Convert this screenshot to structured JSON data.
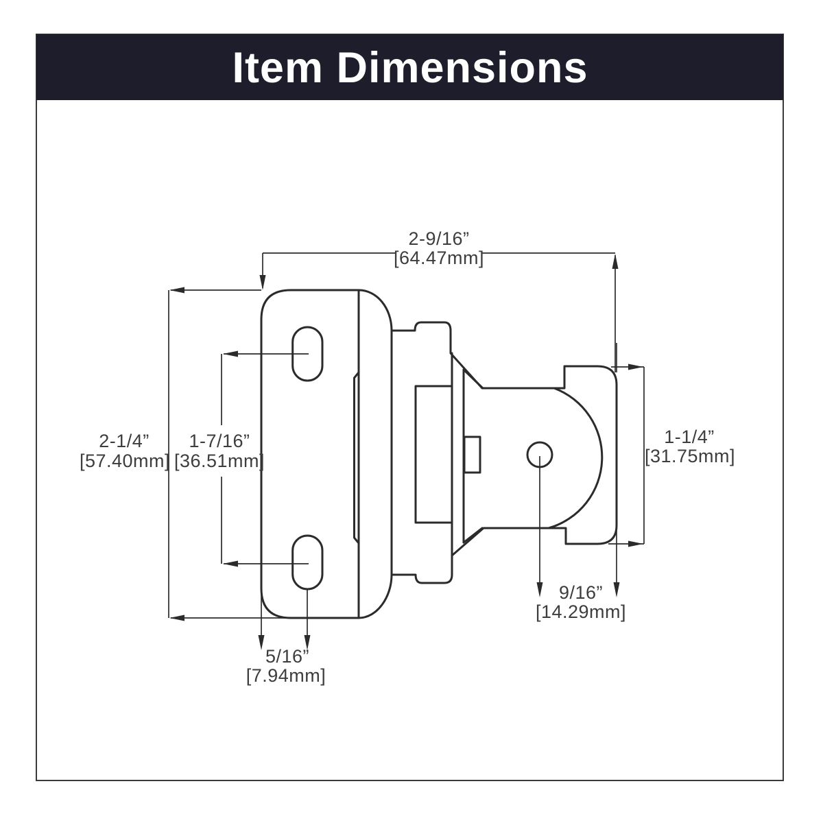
{
  "header": {
    "title": "Item Dimensions"
  },
  "colors": {
    "header_bg": "#1e1d2b",
    "header_text": "#ffffff",
    "line": "#2b2b2b",
    "dim_text": "#3d3d3d",
    "border": "#3a3a3a",
    "background": "#ffffff"
  },
  "diagram": {
    "subject": "cabinet-hinge-side-view",
    "dimensions": {
      "overall_width": {
        "inches": "2-9/16”",
        "mm": "[64.47mm]"
      },
      "overall_height": {
        "inches": "2-1/4”",
        "mm": "[57.40mm]"
      },
      "slot_spacing": {
        "inches": "1-7/16”",
        "mm": "[36.51mm]"
      },
      "cup_height": {
        "inches": "1-1/4”",
        "mm": "[31.75mm]"
      },
      "pin_offset": {
        "inches": "9/16”",
        "mm": "[14.29mm]"
      },
      "slot_edge_offset": {
        "inches": "5/16”",
        "mm": "[7.94mm]"
      }
    }
  }
}
